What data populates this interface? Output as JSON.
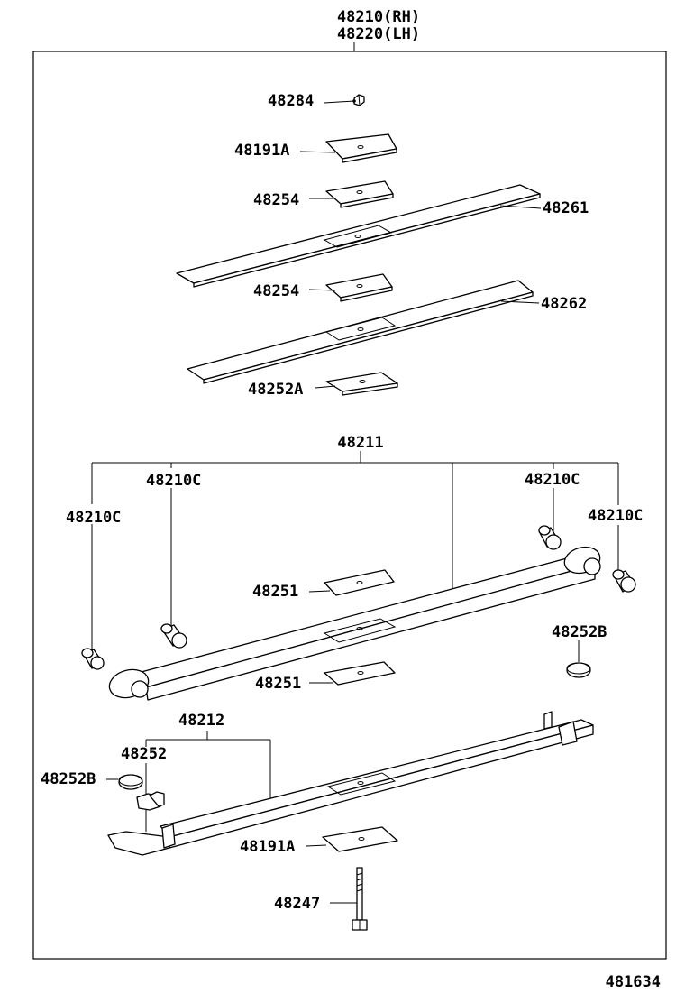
{
  "title_lines": [
    "48210(RH)",
    "48220(LH)"
  ],
  "figure_id": "481634",
  "callouts": {
    "nut": "48284",
    "pad_top": "48191A",
    "liner_1": "48254",
    "leaf_1": "48261",
    "liner_2": "48254",
    "leaf_2": "48262",
    "liner_3": "48252A",
    "main_leaf": "48211",
    "bushing_front_inner": "48210C",
    "bushing_front_outer": "48210C",
    "bushing_rear_inner": "48210C",
    "bushing_rear_outer": "48210C",
    "liner_main_top": "48251",
    "liner_main_bottom": "48251",
    "stopper_right": "48252B",
    "second_leaf": "48212",
    "clip": "48252",
    "stopper_left": "48252B",
    "pad_bottom": "48191A",
    "center_bolt": "48247"
  }
}
